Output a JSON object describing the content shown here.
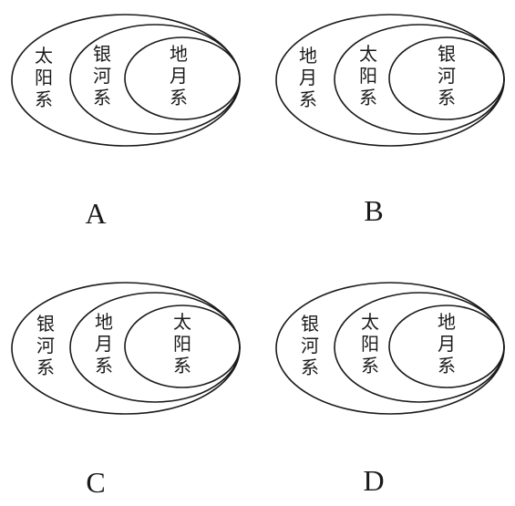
{
  "options": [
    {
      "letter": "A",
      "outer": [
        "太",
        "阳",
        "系"
      ],
      "middle": [
        "银",
        "河",
        "系"
      ],
      "inner": [
        "地",
        "月",
        "系"
      ]
    },
    {
      "letter": "B",
      "outer": [
        "地",
        "月",
        "系"
      ],
      "middle": [
        "太",
        "阳",
        "系"
      ],
      "inner": [
        "银",
        "河",
        "系"
      ]
    },
    {
      "letter": "C",
      "outer": [
        "银",
        "河",
        "系"
      ],
      "middle": [
        "地",
        "月",
        "系"
      ],
      "inner": [
        "太",
        "阳",
        "系"
      ]
    },
    {
      "letter": "D",
      "outer": [
        "银",
        "河",
        "系"
      ],
      "middle": [
        "太",
        "阳",
        "系"
      ],
      "inner": [
        "地",
        "月",
        "系"
      ]
    }
  ],
  "colors": {
    "stroke": "#1a1a1a",
    "background": "#ffffff"
  }
}
